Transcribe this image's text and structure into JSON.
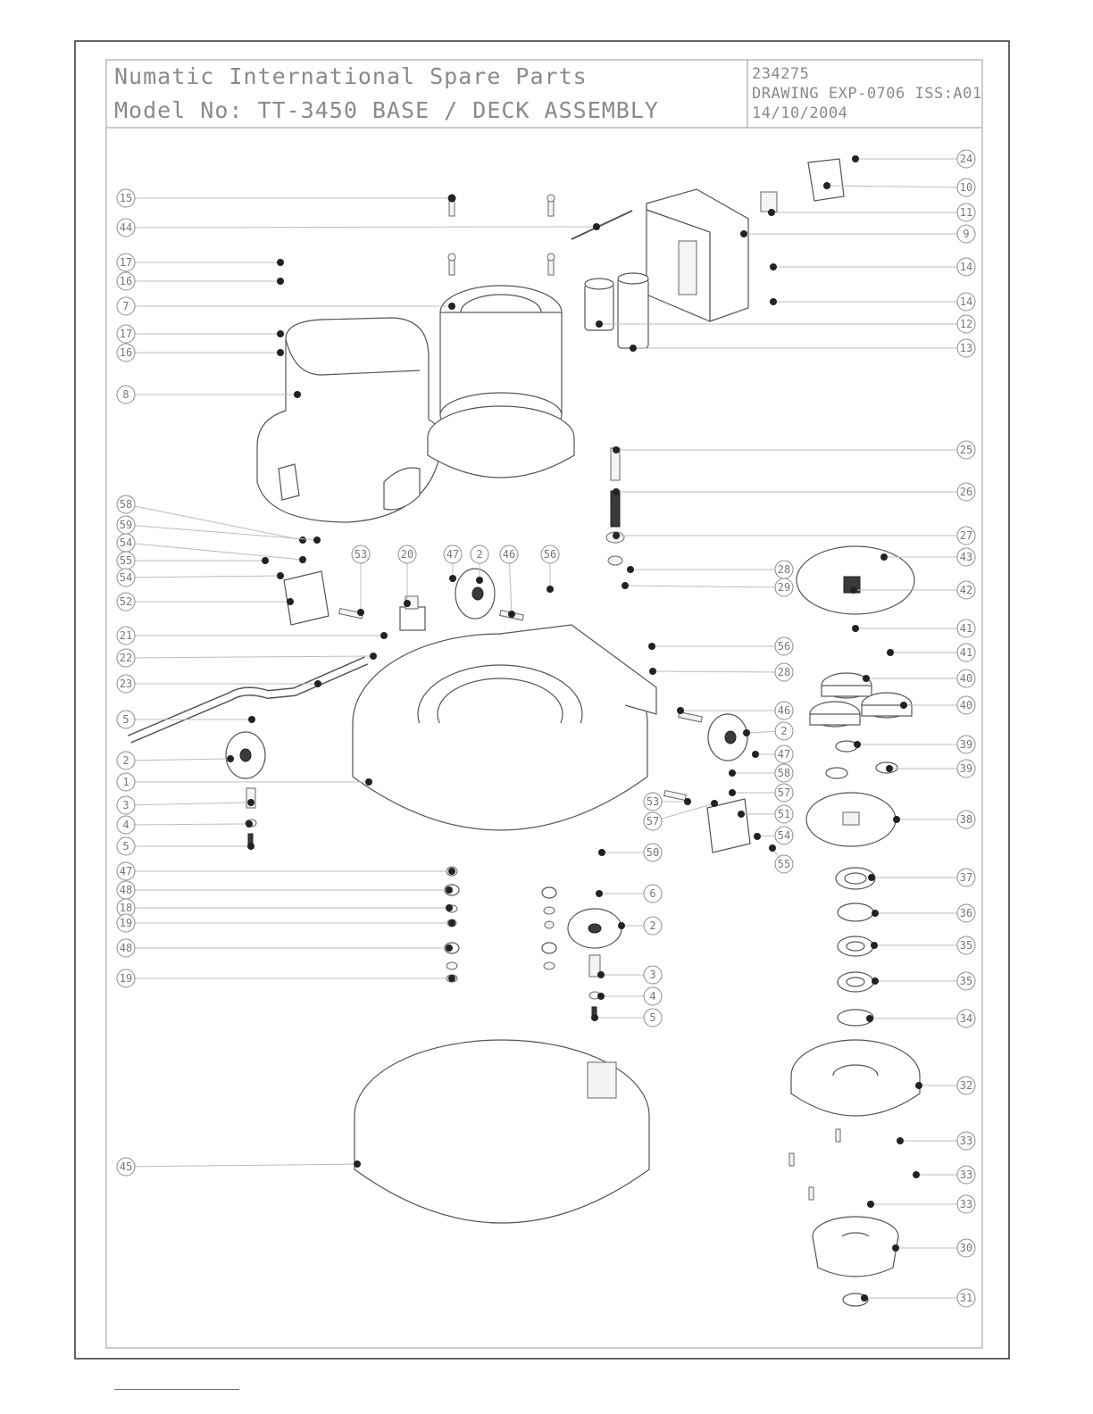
{
  "title_block": {
    "line1": "Numatic International Spare Parts",
    "line2": "Model No: TT-3450 BASE / DECK ASSEMBLY",
    "part_number": "234275",
    "drawing": "DRAWING  EXP-0706 ISS:A01",
    "date": "14/10/2004"
  },
  "left_callouts": [
    "15",
    "44",
    "17",
    "16",
    "7",
    "17",
    "16",
    "8",
    "58",
    "59",
    "54",
    "55",
    "54",
    "52",
    "53",
    "20",
    "47",
    "2",
    "46",
    "56",
    "21",
    "22",
    "23",
    "5",
    "2",
    "1",
    "3",
    "4",
    "5",
    "47",
    "48",
    "18",
    "19",
    "48",
    "19",
    "45",
    "53",
    "57"
  ],
  "right_callouts": [
    "24",
    "10",
    "11",
    "9",
    "14",
    "14",
    "12",
    "13",
    "25",
    "26",
    "27",
    "43",
    "28",
    "42",
    "29",
    "41",
    "41",
    "40",
    "40",
    "39",
    "39",
    "38",
    "37",
    "36",
    "35",
    "35",
    "34",
    "32",
    "33",
    "33",
    "33",
    "30",
    "31"
  ],
  "inner_callouts": [
    "56",
    "28",
    "46",
    "2",
    "47",
    "58",
    "57",
    "51",
    "54",
    "55",
    "50",
    "6",
    "2",
    "3",
    "4",
    "5"
  ]
}
